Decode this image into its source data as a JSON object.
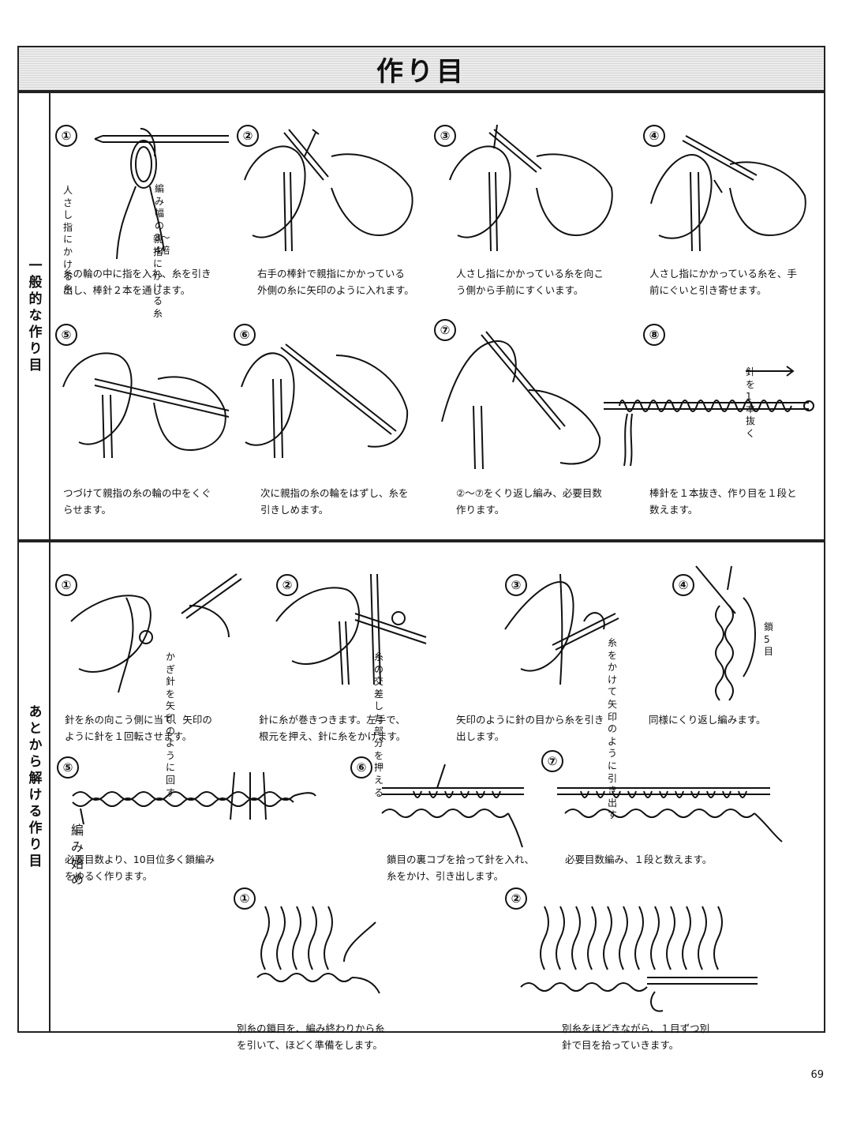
{
  "title": "作り目",
  "page_number": "69",
  "sections": [
    {
      "side_label": "一般的な作り目",
      "steps": [
        {
          "num": "①",
          "caption": "糸の輪の中に指を入れ、糸を引き\n出し、棒針２本を通します。",
          "labels": [
            "人さし指に\nかける糸",
            "編み幅の\n3〜4倍",
            "親指にかける糸"
          ]
        },
        {
          "num": "②",
          "caption": "右手の棒針で親指にかかっている\n外側の糸に矢印のように入れます。"
        },
        {
          "num": "③",
          "caption": "人さし指にかかっている糸を向こ\nう側から手前にすくいます。"
        },
        {
          "num": "④",
          "caption": "人さし指にかかっている糸を、手\n前にぐいと引き寄せます。"
        },
        {
          "num": "⑤",
          "caption": "つづけて親指の糸の輪の中をくぐ\nらせます。"
        },
        {
          "num": "⑥",
          "caption": "次に親指の糸の輪をはずし、糸を\n引きしめます。"
        },
        {
          "num": "⑦",
          "caption": "②〜⑦をくり返し編み、必要目数\n作ります。"
        },
        {
          "num": "⑧",
          "caption": "棒針を１本抜き、作り目を１段と\n数えます。",
          "labels": [
            "針を1本抜く"
          ]
        }
      ]
    },
    {
      "side_label": "あとから解ける作り目",
      "steps": [
        {
          "num": "①",
          "caption": "針を糸の向こう側に当て、矢印の\nように針を１回転させます。",
          "labels": [
            "かぎ針を矢印の\nように回す"
          ]
        },
        {
          "num": "②",
          "caption": "針に糸が巻きつきます。左手で、\n根元を押え、針に糸をかけます。",
          "labels": [
            "糸の交差した\n部分を押える"
          ]
        },
        {
          "num": "③",
          "caption": "矢印のように針の目から糸を引き\n出します。",
          "labels": [
            "糸をかけて矢印\nのように引き出す"
          ]
        },
        {
          "num": "④",
          "caption": "同様にくり返し編みます。",
          "labels": [
            "鎖5目"
          ]
        },
        {
          "num": "⑤",
          "caption": "必要目数より、10目位多く鎖編み\nをゆるく作ります。",
          "labels": [
            "編み始め"
          ]
        },
        {
          "num": "⑥",
          "caption": "鎖目の裏コブを拾って針を入れ、\n糸をかけ、引き出します。"
        },
        {
          "num": "⑦",
          "caption": "必要目数編み、１段と数えます。"
        },
        {
          "num": "①",
          "caption": "別糸の鎖目を、編み終わりから糸\nを引いて、ほどく準備をします。"
        },
        {
          "num": "②",
          "caption": "別糸をほどきながら、１目ずつ別\n針で目を拾っていきます。"
        }
      ]
    }
  ]
}
